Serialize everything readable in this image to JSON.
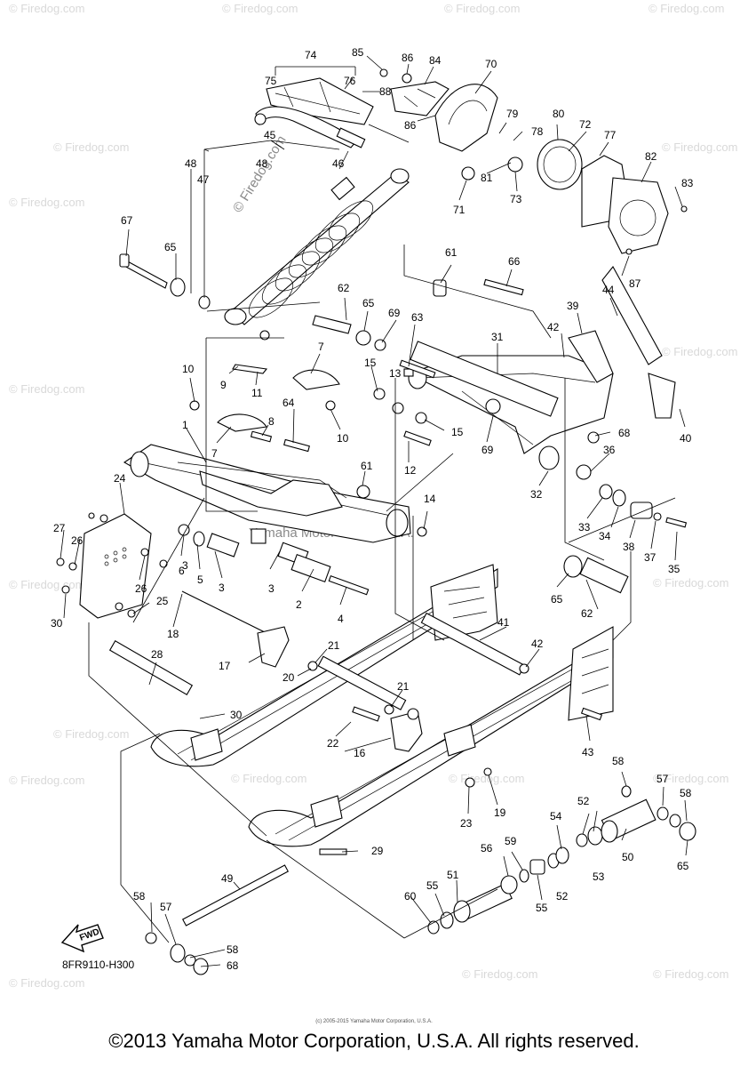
{
  "diagram": {
    "code": "8FR9110-H300",
    "fwd_label": "FWD",
    "copyright": "©2013 Yamaha Motor Corporation, U.S.A. All rights reserved.",
    "tiny_copyright": "(c) 2005-2015 Yamaha Motor Corporation, U.S.A.",
    "watermark": "© Firedog.com",
    "watermark_small": "© Firedog.com",
    "center_watermark": "Yamaha Motor Corp. U.S.A.",
    "callouts": [
      "1",
      "2",
      "3",
      "3",
      "3",
      "4",
      "5",
      "6",
      "7",
      "7",
      "8",
      "9",
      "10",
      "10",
      "11",
      "12",
      "13",
      "14",
      "15",
      "15",
      "16",
      "17",
      "18",
      "19",
      "20",
      "21",
      "21",
      "22",
      "23",
      "24",
      "25",
      "26",
      "26",
      "27",
      "28",
      "29",
      "30",
      "30",
      "31",
      "32",
      "33",
      "34",
      "35",
      "36",
      "37",
      "38",
      "39",
      "40",
      "41",
      "42",
      "42",
      "43",
      "44",
      "45",
      "46",
      "47",
      "48",
      "48",
      "49",
      "50",
      "51",
      "52",
      "52",
      "53",
      "54",
      "55",
      "55",
      "56",
      "57",
      "57",
      "58",
      "58",
      "58",
      "58",
      "59",
      "60",
      "61",
      "61",
      "62",
      "62",
      "63",
      "64",
      "65",
      "65",
      "65",
      "65",
      "66",
      "67",
      "68",
      "68",
      "69",
      "69",
      "70",
      "71",
      "72",
      "73",
      "74",
      "75",
      "76",
      "77",
      "78",
      "79",
      "80",
      "81",
      "82",
      "83",
      "84",
      "85",
      "86",
      "86",
      "87",
      "88"
    ]
  }
}
